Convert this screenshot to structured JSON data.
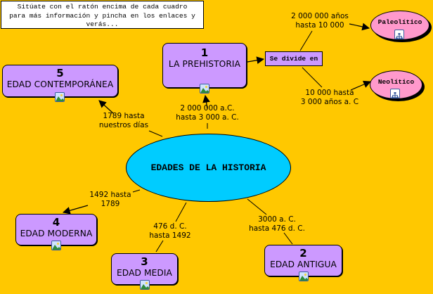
{
  "instructions": {
    "line1": "Sitúate con el ratón encima de cada cuadro",
    "line2": "para más información y pincha en los enlaces y",
    "line3": "verás..."
  },
  "center": {
    "label": "EDADES DE LA HISTORIA"
  },
  "nodes": [
    {
      "number": "1",
      "title": "LA PREHISTORIA"
    },
    {
      "number": "2",
      "title": "EDAD ANTIGUA"
    },
    {
      "number": "3",
      "title": "EDAD MEDIA"
    },
    {
      "number": "4",
      "title": "EDAD MODERNA"
    },
    {
      "number": "5",
      "title": "EDAD CONTEMPORÁNEA"
    }
  ],
  "divide": {
    "label": "Se divide en"
  },
  "subnodes": [
    {
      "label": "Paleolítico"
    },
    {
      "label": "Neolítico"
    }
  ],
  "link_labels": {
    "prehistoria": {
      "line1": "2 000 000 a.C.",
      "line2": "hasta 3 000 a. C."
    },
    "antigua": {
      "line1": "3000 a. C.",
      "line2": "hasta 476 d. C."
    },
    "media": {
      "line1": "476 d. C.",
      "line2": "hasta 1492"
    },
    "moderna": {
      "line1": "1492 hasta",
      "line2": "1789"
    },
    "contemporanea": {
      "line1": "1789 hasta",
      "line2": "nuestros días"
    },
    "paleolitico": {
      "line1": "2 000 000 años",
      "line2": "hasta 10 000"
    },
    "neolitico": {
      "line1": "10 000 hasta",
      "line2": "3 000 años a. C"
    }
  },
  "colors": {
    "background": "#ffc800",
    "concept_box": "#cc99ff",
    "center_ellipse": "#00ccff",
    "subconcept_ellipse": "#ff99cc"
  },
  "icons": {
    "resource": "image-icon",
    "submap": "concept-map-icon"
  }
}
